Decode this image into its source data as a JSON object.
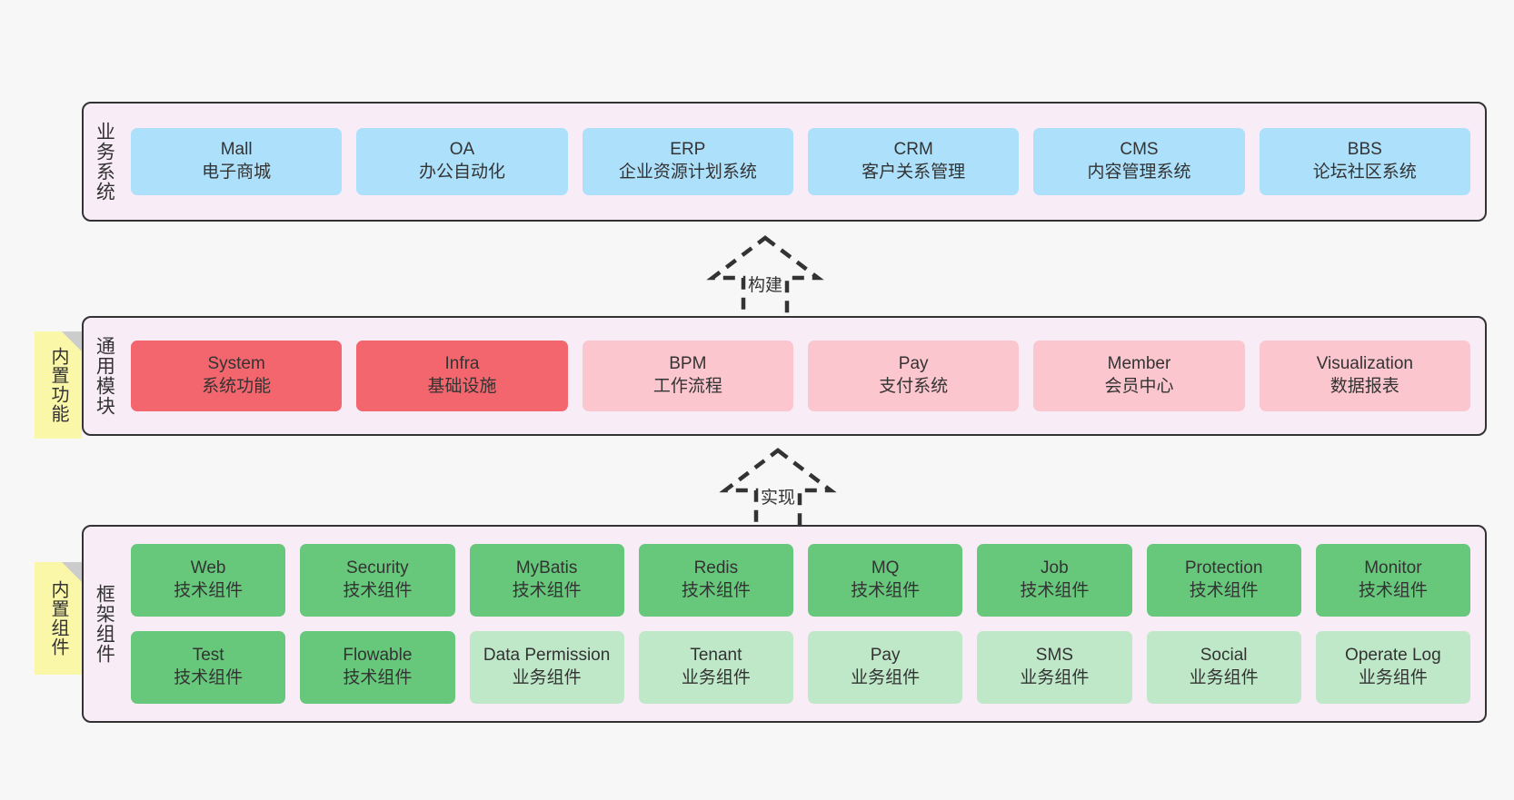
{
  "diagram": {
    "title_hidden": "",
    "colors": {
      "panel_bg": "#f8ecf6",
      "panel_border": "#333333",
      "blue": "#ade0fb",
      "red": "#f4666e",
      "pink": "#fbc6cd",
      "green": "#67c87c",
      "light_green": "#bfe8c9",
      "note_yellow": "#fbf7a8",
      "note_fold": "#cccccc",
      "canvas": "#f7f7f7"
    }
  },
  "layers": {
    "business": {
      "title": "业务系统",
      "items": [
        {
          "en": "Mall",
          "cn": "电子商城"
        },
        {
          "en": "OA",
          "cn": "办公自动化"
        },
        {
          "en": "ERP",
          "cn": "企业资源计划系统"
        },
        {
          "en": "CRM",
          "cn": "客户关系管理"
        },
        {
          "en": "CMS",
          "cn": "内容管理系统"
        },
        {
          "en": "BBS",
          "cn": "论坛社区系统"
        }
      ]
    },
    "modules": {
      "title": "通用模块",
      "items": [
        {
          "en": "System",
          "cn": "系统功能",
          "tone": "red"
        },
        {
          "en": "Infra",
          "cn": "基础设施",
          "tone": "red"
        },
        {
          "en": "BPM",
          "cn": "工作流程",
          "tone": "pink"
        },
        {
          "en": "Pay",
          "cn": "支付系统",
          "tone": "pink"
        },
        {
          "en": "Member",
          "cn": "会员中心",
          "tone": "pink"
        },
        {
          "en": "Visualization",
          "cn": "数据报表",
          "tone": "pink"
        }
      ]
    },
    "framework": {
      "title": "框架组件",
      "row1": [
        {
          "en": "Web",
          "cn": "技术组件",
          "tone": "green"
        },
        {
          "en": "Security",
          "cn": "技术组件",
          "tone": "green"
        },
        {
          "en": "MyBatis",
          "cn": "技术组件",
          "tone": "green"
        },
        {
          "en": "Redis",
          "cn": "技术组件",
          "tone": "green"
        },
        {
          "en": "MQ",
          "cn": "技术组件",
          "tone": "green"
        },
        {
          "en": "Job",
          "cn": "技术组件",
          "tone": "green"
        },
        {
          "en": "Protection",
          "cn": "技术组件",
          "tone": "green"
        },
        {
          "en": "Monitor",
          "cn": "技术组件",
          "tone": "green"
        }
      ],
      "row2": [
        {
          "en": "Test",
          "cn": "技术组件",
          "tone": "green"
        },
        {
          "en": "Flowable",
          "cn": "技术组件",
          "tone": "green"
        },
        {
          "en": "Data Permission",
          "cn": "业务组件",
          "tone": "light_green"
        },
        {
          "en": "Tenant",
          "cn": "业务组件",
          "tone": "light_green"
        },
        {
          "en": "Pay",
          "cn": "业务组件",
          "tone": "light_green"
        },
        {
          "en": "SMS",
          "cn": "业务组件",
          "tone": "light_green"
        },
        {
          "en": "Social",
          "cn": "业务组件",
          "tone": "light_green"
        },
        {
          "en": "Operate Log",
          "cn": "业务组件",
          "tone": "light_green"
        }
      ]
    }
  },
  "notes": {
    "builtin_features": "内置功能",
    "builtin_components": "内置组件"
  },
  "arrows": {
    "build": "构建",
    "implement": "实现"
  }
}
